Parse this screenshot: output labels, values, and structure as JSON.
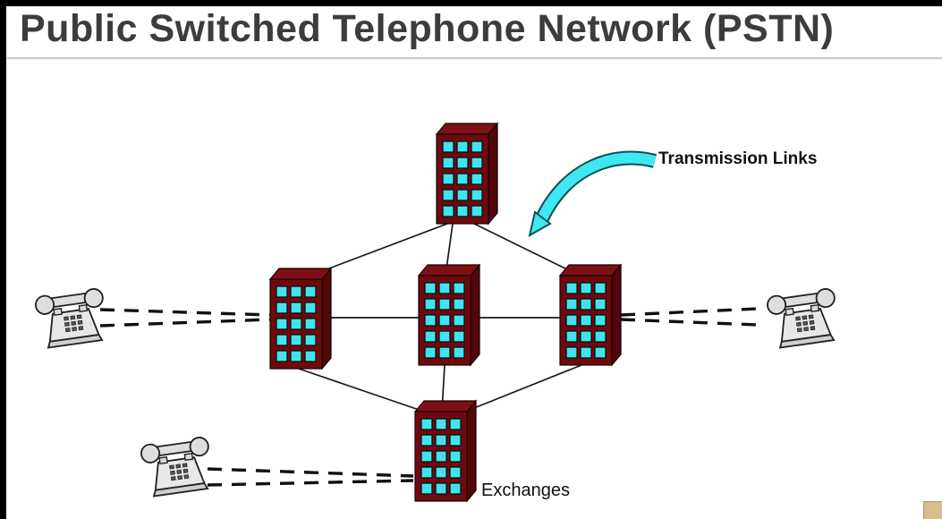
{
  "title": "Public Switched Telephone Network (PSTN)",
  "labels": {
    "transmission_links": "Transmission Links",
    "exchanges": "Exchanges"
  },
  "diagram": {
    "type": "network-diagram",
    "nodes": [
      {
        "id": "exchange-top",
        "kind": "exchange-building"
      },
      {
        "id": "exchange-left",
        "kind": "exchange-building"
      },
      {
        "id": "exchange-center",
        "kind": "exchange-building"
      },
      {
        "id": "exchange-right",
        "kind": "exchange-building"
      },
      {
        "id": "exchange-bottom",
        "kind": "exchange-building"
      },
      {
        "id": "phone-left",
        "kind": "telephone"
      },
      {
        "id": "phone-right",
        "kind": "telephone"
      },
      {
        "id": "phone-bottom-left",
        "kind": "telephone"
      }
    ],
    "edges": {
      "transmission_links": [
        [
          "exchange-top",
          "exchange-left"
        ],
        [
          "exchange-top",
          "exchange-center"
        ],
        [
          "exchange-top",
          "exchange-right"
        ],
        [
          "exchange-left",
          "exchange-center"
        ],
        [
          "exchange-center",
          "exchange-right"
        ],
        [
          "exchange-left",
          "exchange-bottom"
        ],
        [
          "exchange-center",
          "exchange-bottom"
        ],
        [
          "exchange-right",
          "exchange-bottom"
        ]
      ],
      "subscriber_lines": [
        [
          "phone-left",
          "exchange-left"
        ],
        [
          "phone-right",
          "exchange-right"
        ],
        [
          "phone-bottom-left",
          "exchange-bottom"
        ]
      ]
    },
    "colors": {
      "building_body": "#6d0a0e",
      "building_side": "#4f070a",
      "building_roof": "#7d1015",
      "window": "#3fe4ee",
      "arrow": "#3ee8f2",
      "line": "#1a1a1a"
    }
  }
}
